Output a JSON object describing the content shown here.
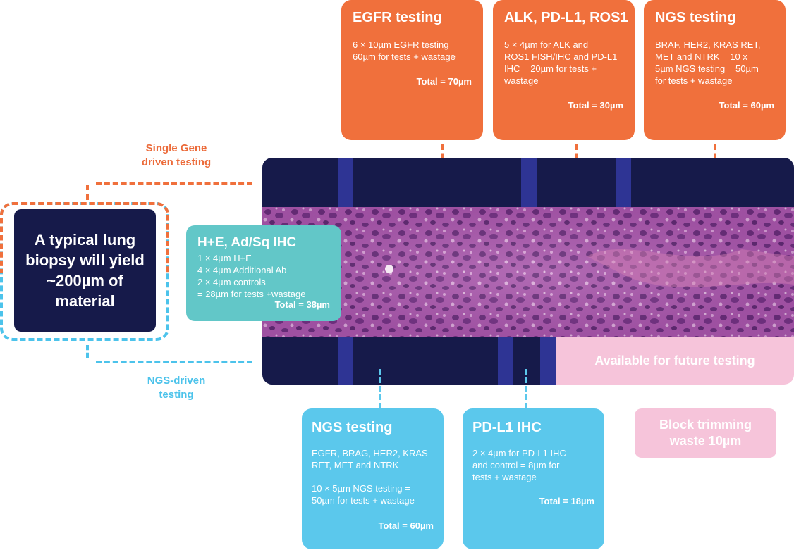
{
  "colors": {
    "orange": "#f0703c",
    "blue": "#5bc8ec",
    "teal": "#62c7c8",
    "navy": "#161a4a",
    "stripe": "#2e3494",
    "pink": "#f6c4da"
  },
  "top_boxes": [
    {
      "title": "EGFR testing",
      "body": "6 × 10µm EGFR testing =\n60µm for tests + wastage",
      "total": "Total = 70µm"
    },
    {
      "title": "ALK, PD-L1, ROS1",
      "body": "5 × 4µm for ALK and\nROS1 FISH/IHC and PD-L1\nIHC = 20µm for tests +\nwastage",
      "total": "Total = 30µm"
    },
    {
      "title": "NGS testing",
      "body": "BRAF, HER2, KRAS RET,\nMET and NTRK = 10 x\n5µm NGS testing = 50µm\nfor tests + wastage",
      "total": "Total = 60µm"
    }
  ],
  "bottom_boxes": [
    {
      "title": "NGS testing",
      "body1": "EGFR, BRAG, HER2, KRAS\nRET, MET and NTRK",
      "body2": "10 × 5µm NGS testing =\n50µm for tests + wastage",
      "total": "Total = 60µm"
    },
    {
      "title": "PD-L1 IHC",
      "body1": "2 × 4µm for PD-L1 IHC\nand control = 8µm for\ntests + wastage",
      "body2": "",
      "total": "Total = 18µm"
    }
  ],
  "he_box": {
    "title": "H+E, Ad/Sq IHC",
    "body": "1 × 4µm H+E\n4 × 4µm Additional Ab\n2 × 4µm controls\n= 28µm for tests +wastage",
    "total": "Total = 38µm"
  },
  "biopsy_box": {
    "text": "A typical lung biopsy will yield ~200µm of material"
  },
  "single_gene_label": "Single Gene\ndriven testing",
  "ngs_driven_label": "NGS-driven\ntesting",
  "future_testing": "Available for future testing",
  "block_trimming": "Block trimming\nwaste 10µm"
}
